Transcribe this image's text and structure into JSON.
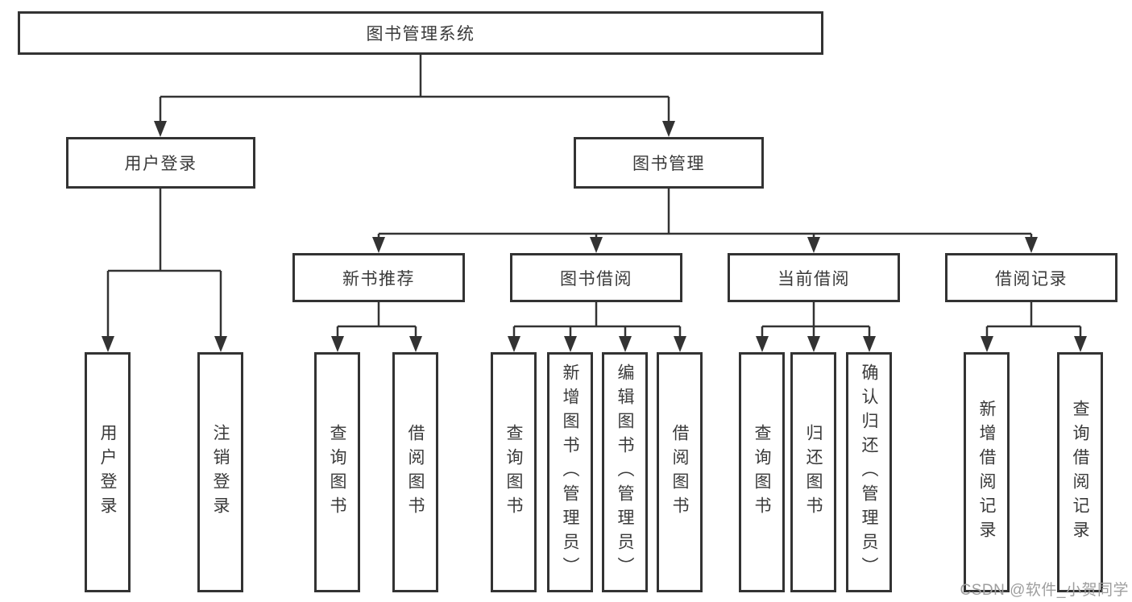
{
  "colors": {
    "line": "#333333",
    "text": "#3a3a3a",
    "watermark": "#9e9e9e",
    "background": "#ffffff"
  },
  "tree": {
    "root": {
      "label": "图书管理系统"
    },
    "children": [
      {
        "label": "用户登录",
        "children": [
          {
            "label": "用户登录"
          },
          {
            "label": "注销登录"
          }
        ]
      },
      {
        "label": "图书管理",
        "children": [
          {
            "label": "新书推荐",
            "children": [
              {
                "label": "查询图书"
              },
              {
                "label": "借阅图书"
              }
            ]
          },
          {
            "label": "图书借阅",
            "children": [
              {
                "label": "查询图书"
              },
              {
                "label": "新增图书（管理员）"
              },
              {
                "label": "编辑图书（管理员）"
              },
              {
                "label": "借阅图书"
              }
            ]
          },
          {
            "label": "当前借阅",
            "children": [
              {
                "label": "查询图书"
              },
              {
                "label": "归还图书"
              },
              {
                "label": "确认归还（管理员）"
              }
            ]
          },
          {
            "label": "借阅记录",
            "children": [
              {
                "label": "新增借阅记录"
              },
              {
                "label": "查询借阅记录"
              }
            ]
          }
        ]
      }
    ]
  },
  "watermark": {
    "text": "CSDN @软件_小贺同学"
  }
}
